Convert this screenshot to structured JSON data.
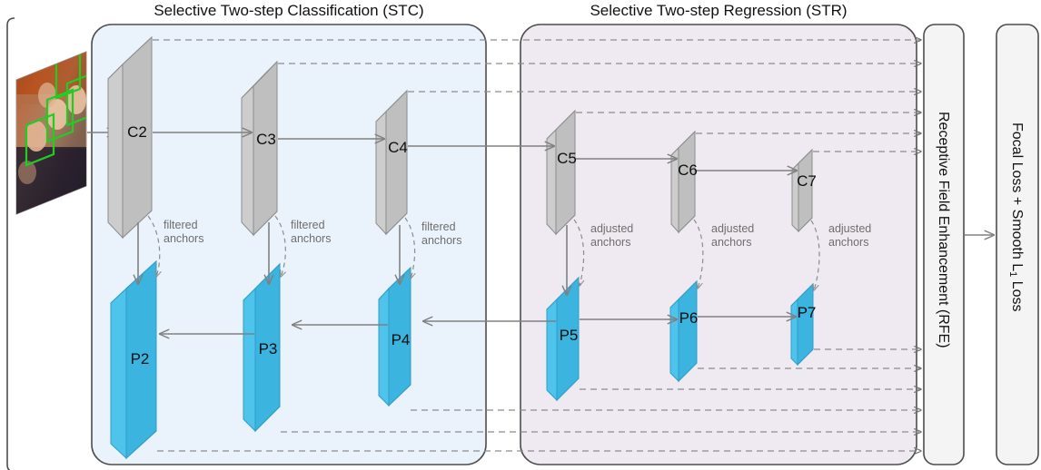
{
  "figure": {
    "type": "architecture-diagram",
    "title_left": "Selective Two-step Classification (STC)",
    "title_right": "Selective Two-step Regression (STR)",
    "background": "#ffffff"
  },
  "colors": {
    "stc_panel_fill": "#eaf2fb",
    "str_panel_fill": "#efeaf2",
    "panel_stroke": "#4d4d4d",
    "gray_front": "#bfbfbf",
    "gray_top": "#d6d6d6",
    "gray_side": "#cfcfcf",
    "gray_stroke": "#8c8c8c",
    "blue_front": "#3cb4e0",
    "blue_top": "#7fd4f0",
    "blue_side": "#4ec3ec",
    "blue_stroke": "#2e9ec7",
    "arrow": "#808080",
    "dashed": "#8c8c8c",
    "anno_text": "#6e6e6e",
    "rfe_fill": "#f4f4f4",
    "loss_fill": "#f4f4f4",
    "bbox_green": "#22cc22"
  },
  "input": {
    "name": "input-image",
    "description": "photo of a crowd with green face bounding boxes"
  },
  "stc": {
    "label": "Selective Two-step Classification (STC)",
    "backbone_layers": [
      {
        "id": "C2",
        "label": "C2"
      },
      {
        "id": "C3",
        "label": "C3"
      },
      {
        "id": "C4",
        "label": "C4"
      }
    ],
    "pyramid_layers": [
      {
        "id": "P2",
        "label": "P2"
      },
      {
        "id": "P3",
        "label": "P3"
      },
      {
        "id": "P4",
        "label": "P4"
      }
    ],
    "anchor_annotations": [
      {
        "line1": "filtered",
        "line2": "anchors"
      },
      {
        "line1": "filtered",
        "line2": "anchors"
      },
      {
        "line1": "filtered",
        "line2": "anchors"
      }
    ]
  },
  "str": {
    "label": "Selective Two-step Regression (STR)",
    "backbone_layers": [
      {
        "id": "C5",
        "label": "C5"
      },
      {
        "id": "C6",
        "label": "C6"
      },
      {
        "id": "C7",
        "label": "C7"
      }
    ],
    "pyramid_layers": [
      {
        "id": "P5",
        "label": "P5"
      },
      {
        "id": "P6",
        "label": "P6"
      },
      {
        "id": "P7",
        "label": "P7"
      }
    ],
    "anchor_annotations": [
      {
        "line1": "adjusted",
        "line2": "anchors"
      },
      {
        "line1": "adjusted",
        "line2": "anchors"
      },
      {
        "line1": "adjusted",
        "line2": "anchors"
      }
    ]
  },
  "rfe_panel": {
    "label": "Receptive Field Enhancement (RFE)",
    "name": "rfe-module"
  },
  "loss_panel": {
    "label_parts": {
      "a": "Focal Loss  +  Smooth L",
      "sub": "1",
      "b": " Loss"
    },
    "label": "Focal Loss + Smooth L1 Loss",
    "name": "loss-module"
  }
}
